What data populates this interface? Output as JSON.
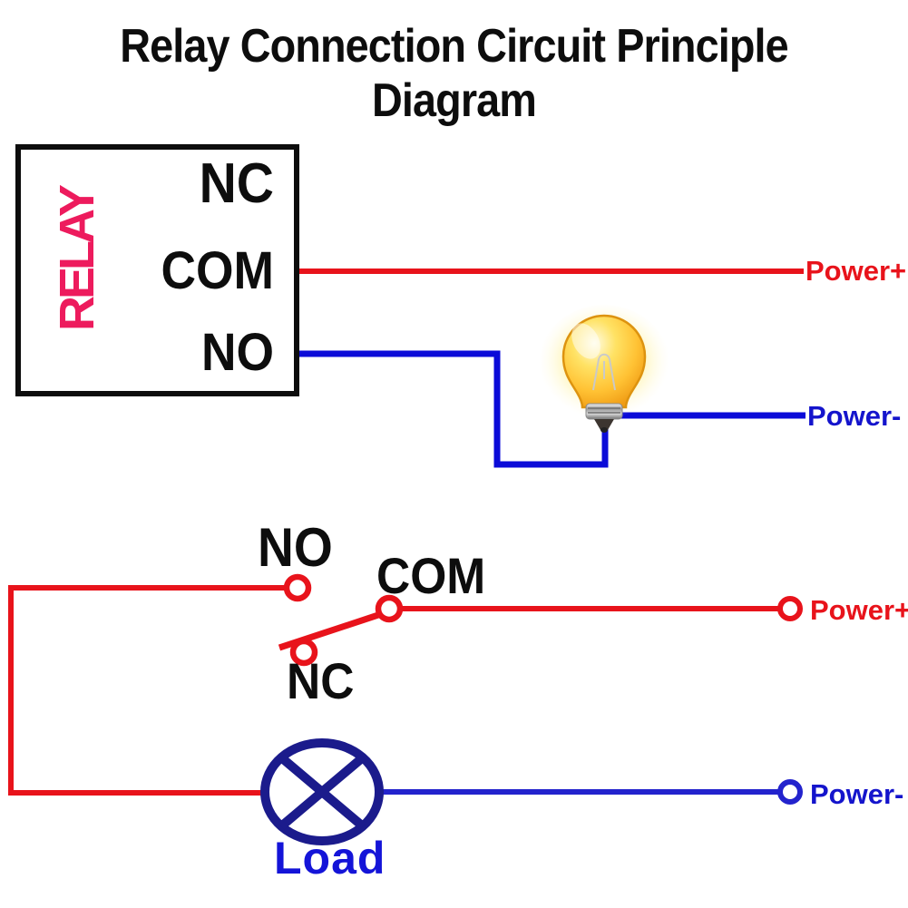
{
  "title": "Relay Connection Circuit Principle Diagram",
  "relay_box": {
    "label": "RELAY",
    "terminal_nc": "NC",
    "terminal_com": "COM",
    "terminal_no": "NO"
  },
  "top_circuit": {
    "power_plus": "Power+",
    "power_minus": "Power-",
    "bulb_icon": "light-bulb"
  },
  "bottom_circuit": {
    "no": "NO",
    "com": "COM",
    "nc": "NC",
    "power_plus": "Power+",
    "power_minus": "Power-",
    "load": "Load"
  },
  "colors": {
    "wire_red": "#e8131b",
    "wire_blue": "#0b0bd8",
    "bottom_blue": "#2323cd",
    "load_navy": "#1b1b8c",
    "relay_pink": "#ed1b5d",
    "label_black": "#0d0d0d",
    "load_text_blue": "#1414d8",
    "power_blue": "#1414cc"
  }
}
